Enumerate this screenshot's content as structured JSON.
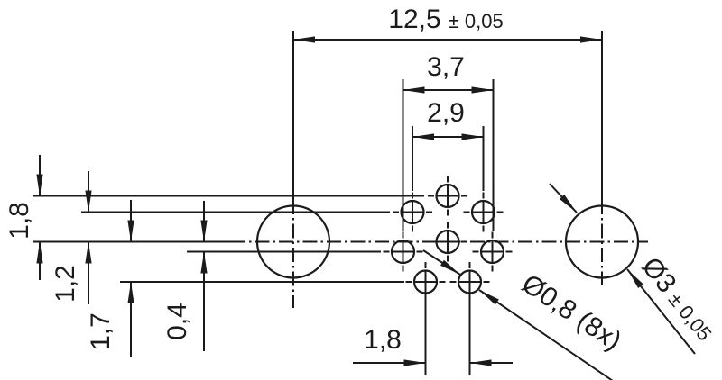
{
  "dims": {
    "overall": {
      "value": "12,5",
      "tol": "± 0,05"
    },
    "pin_span_outer": "3,7",
    "pin_span_upper": "2,9",
    "pin_top_offset": "1,8",
    "pin_upper_offset": "1,2",
    "pin_bottom_offset": "1,7",
    "pin_mid_offset": "0,4",
    "pin_bottom_span": "1,8"
  },
  "labels": {
    "pin_hole": "Ø0,8 (8x)",
    "mount_hole": {
      "value": "Ø3",
      "tol": "± 0,05"
    }
  },
  "colors": {
    "line": "#1b1b1b",
    "background": "#ffffff"
  }
}
